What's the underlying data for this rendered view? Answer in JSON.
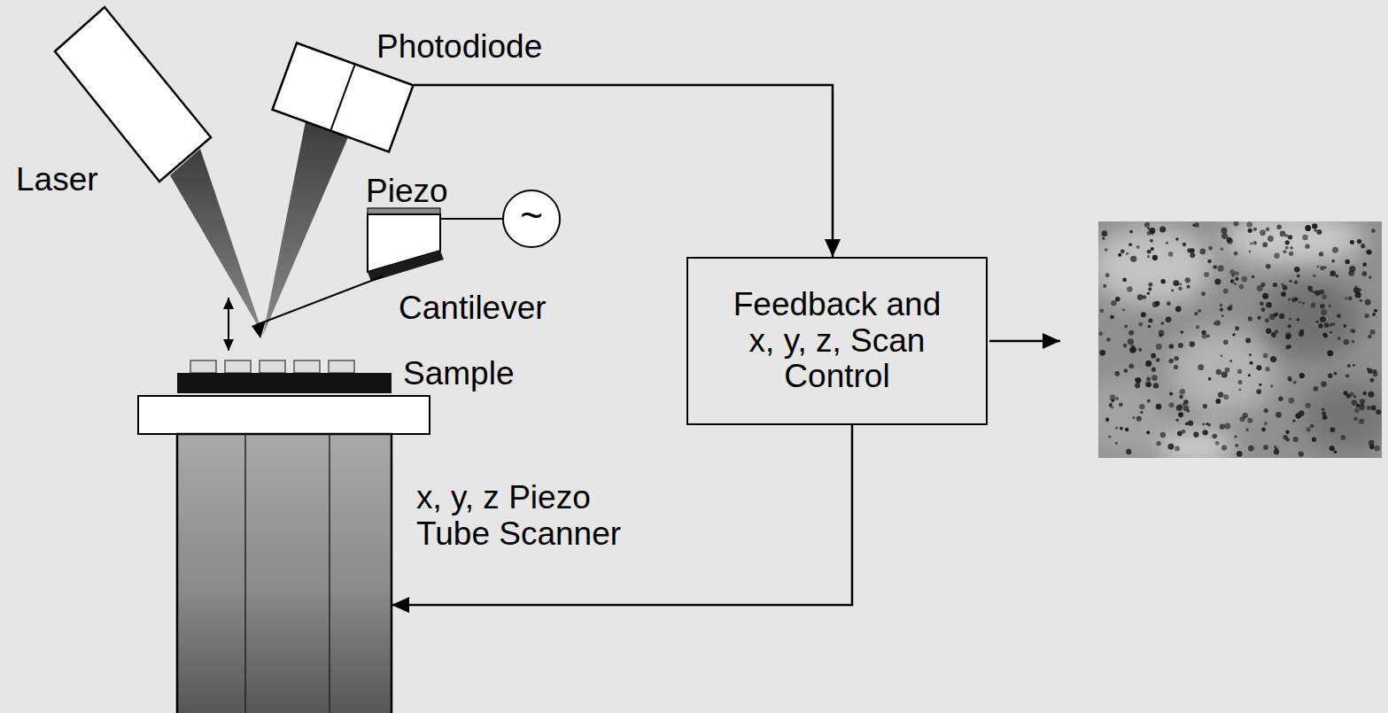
{
  "diagram": {
    "nodes": [
      {
        "text": [
          "Laser"
        ]
      },
      {
        "text": [
          "Photodiode"
        ]
      },
      {
        "text": [
          "Feedback and x, y, z, Scan Control"
        ]
      },
      {
        "text": [
          "x, y, z Piezo Tube Scanner"
        ]
      }
    ],
    "edges": [
      {
        "from": 1,
        "to": 2,
        "arrow": "to"
      },
      {
        "from": 2,
        "to": 3,
        "arrow": "to"
      }
    ],
    "labels": [
      "Piezo",
      "~",
      "Cantilever",
      "Sample"
    ]
  }
}
